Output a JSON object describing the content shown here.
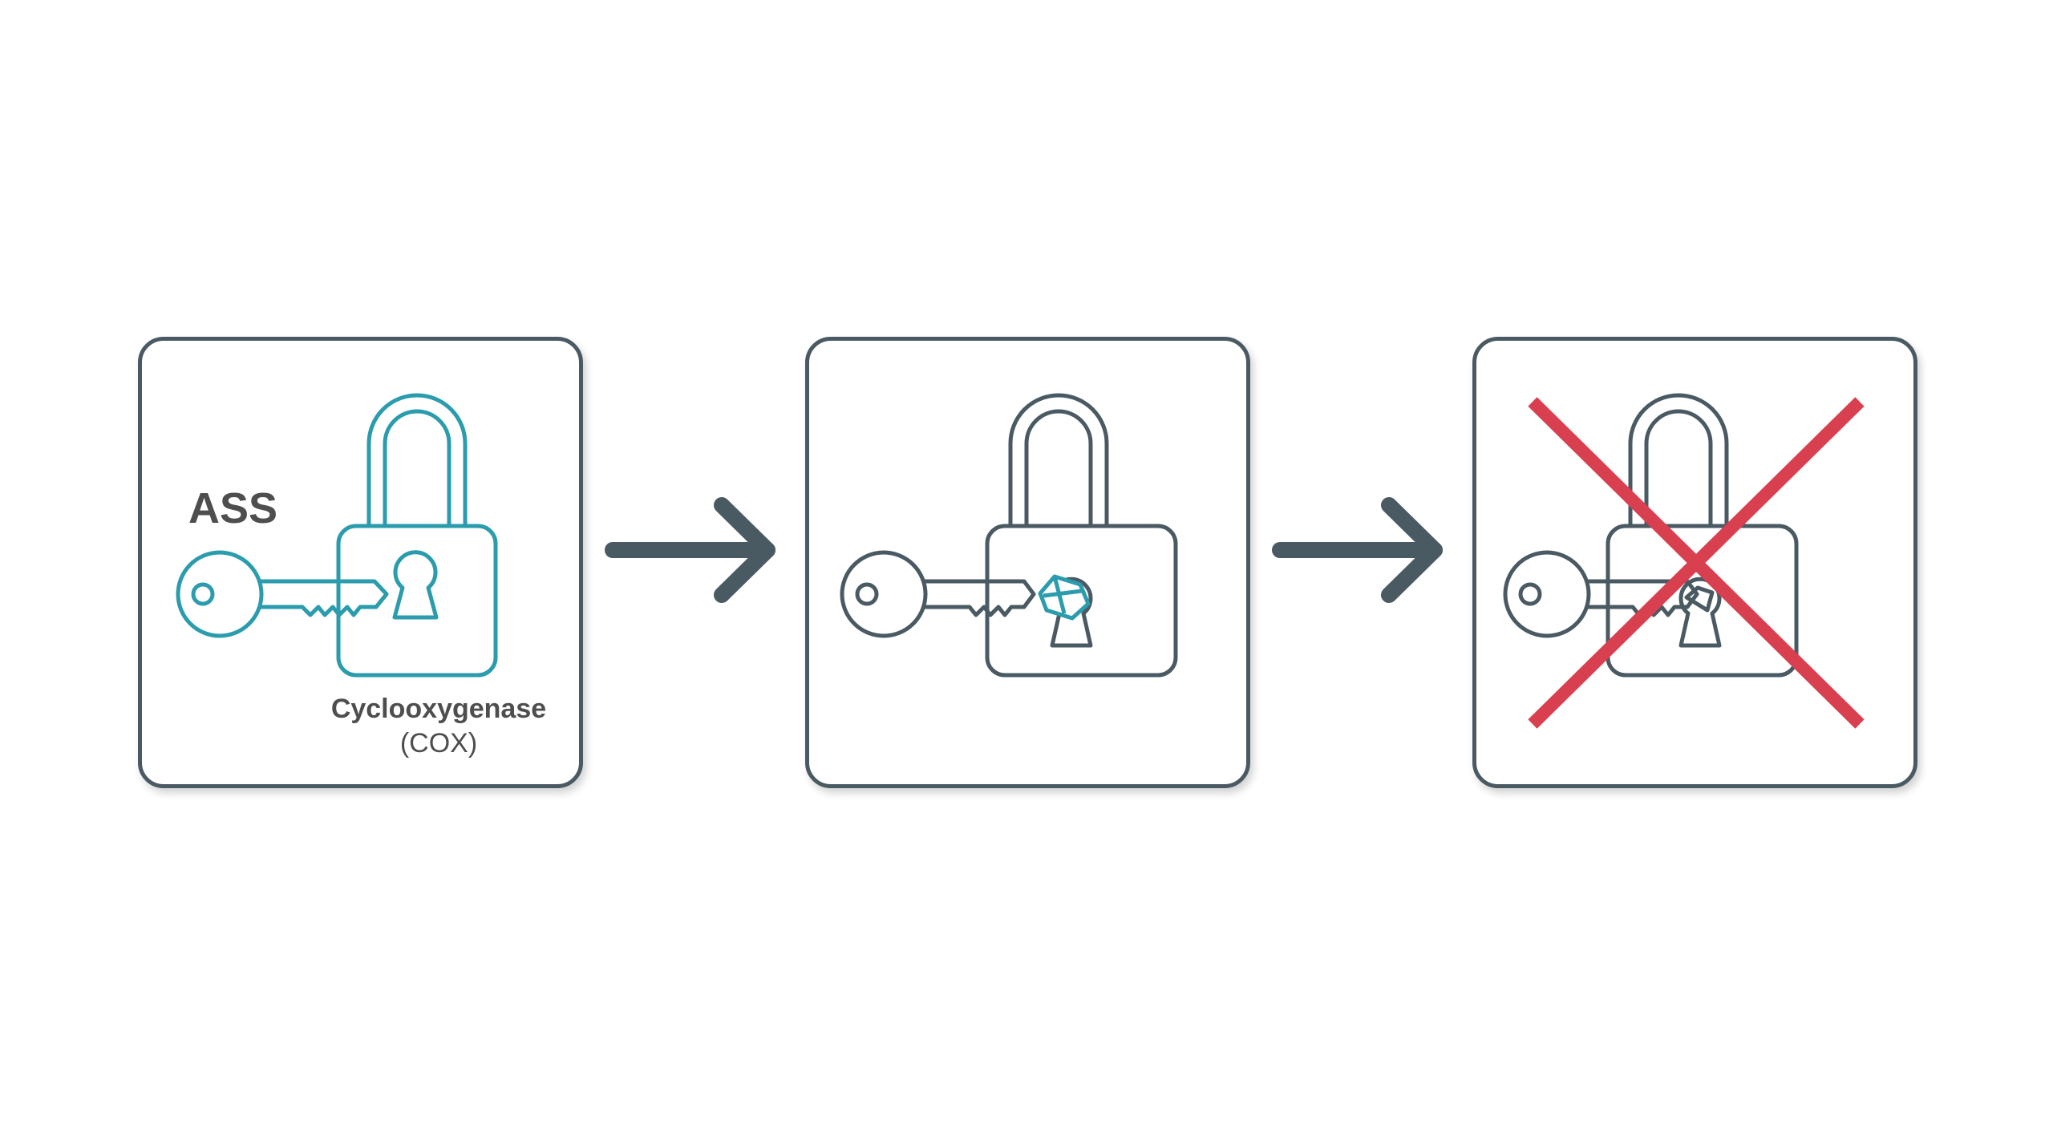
{
  "panels": [
    {
      "key_label": "ASS",
      "enzyme_name": "Cyclooxygenase",
      "enzyme_abbr": "(COX)"
    },
    {},
    {}
  ],
  "colors": {
    "teal": "#2a9cad",
    "slate": "#4a5a63",
    "red": "#d9404f",
    "text": "#4e4e4e"
  },
  "icons": [
    "key-icon",
    "padlock-icon",
    "arrow-right-icon",
    "cross-icon",
    "blocking-fragment-icon"
  ]
}
